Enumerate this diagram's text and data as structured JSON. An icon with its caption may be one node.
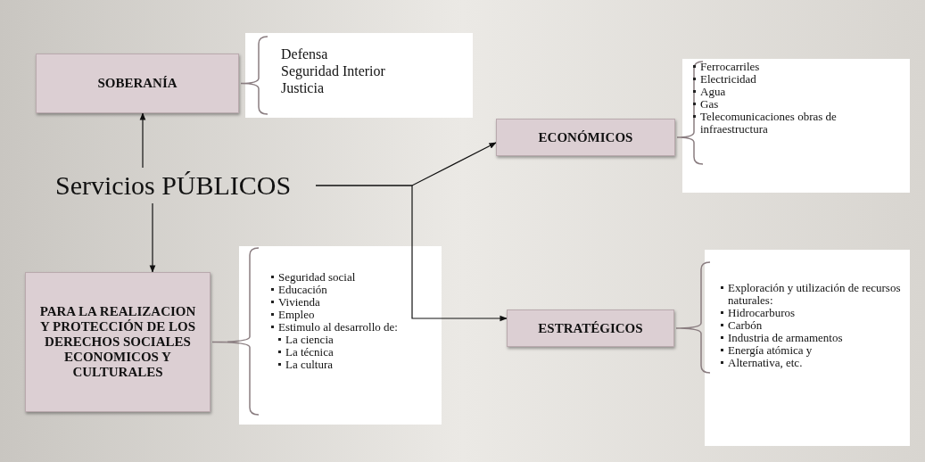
{
  "diagram": {
    "nodes": [
      {
        "text": [
          "Servicios PÚBLICOS"
        ]
      },
      {
        "text": [
          "SOBERANÍA"
        ]
      },
      {
        "text": [
          "Defensa",
          "Seguridad Interior",
          "Justicia"
        ]
      },
      {
        "text": [
          "PARA LA REALIZACION Y PROTECCIÓN DE LOS DERECHOS SOCIALES ECONOMICOS Y CULTURALES"
        ]
      },
      {
        "text": [
          "Seguridad social",
          "Educación",
          "Vivienda",
          "Empleo",
          "Estimulo al desarrollo de:",
          "La ciencia",
          "La técnica",
          "La cultura"
        ]
      },
      {
        "text": [
          "ECONÓMICOS"
        ]
      },
      {
        "text": [
          "Ferrocarriles",
          "Electricidad",
          "Agua",
          "Gas",
          "Telecomunicaciones obras de infraestructura"
        ]
      },
      {
        "text": [
          "ESTRATÉGICOS"
        ]
      },
      {
        "text": [
          "Exploración  y utilización de recursos naturales:",
          "Hidrocarburos",
          "Carbón",
          "Industria de armamentos",
          "Energía atómica y",
          "Alternativa, etc."
        ]
      }
    ],
    "edges": [
      {
        "from": 0,
        "to": 1,
        "arrow": "to"
      },
      {
        "from": 0,
        "to": 3,
        "arrow": "to"
      },
      {
        "from": 0,
        "to": 5,
        "arrow": "to"
      },
      {
        "from": 0,
        "to": 7,
        "arrow": "to"
      }
    ]
  }
}
